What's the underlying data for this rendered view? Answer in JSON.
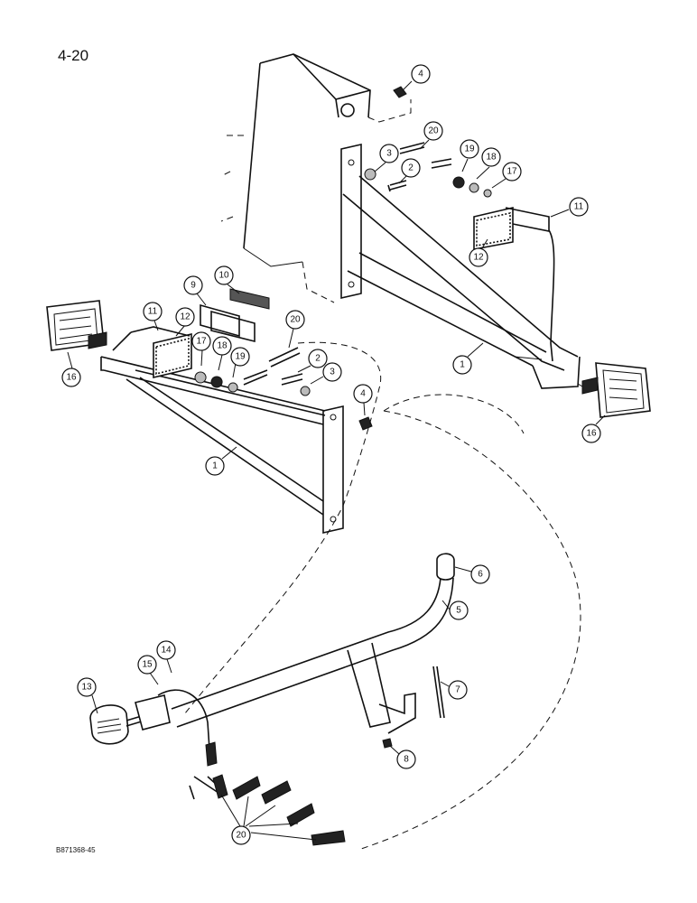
{
  "page_number": "4-20",
  "figure_code": "B871368-45",
  "callouts": [
    {
      "label": "4"
    },
    {
      "label": "20"
    },
    {
      "label": "3"
    },
    {
      "label": "2"
    },
    {
      "label": "19"
    },
    {
      "label": "18"
    },
    {
      "label": "17"
    },
    {
      "label": "11"
    },
    {
      "label": "12"
    },
    {
      "label": "1"
    },
    {
      "label": "16"
    },
    {
      "label": "10"
    },
    {
      "label": "9"
    },
    {
      "label": "11"
    },
    {
      "label": "12"
    },
    {
      "label": "20"
    },
    {
      "label": "17"
    },
    {
      "label": "18"
    },
    {
      "label": "19"
    },
    {
      "label": "2"
    },
    {
      "label": "3"
    },
    {
      "label": "4"
    },
    {
      "label": "16"
    },
    {
      "label": "1"
    },
    {
      "label": "6"
    },
    {
      "label": "5"
    },
    {
      "label": "14"
    },
    {
      "label": "15"
    },
    {
      "label": "13"
    },
    {
      "label": "7"
    },
    {
      "label": "8"
    },
    {
      "label": "20"
    }
  ]
}
